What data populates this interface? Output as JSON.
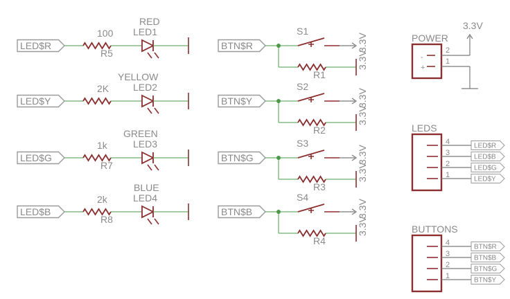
{
  "leds": [
    {
      "net": "LED$R",
      "res_name": "R5",
      "res_value": "100",
      "led_name": "LED1",
      "led_color": "RED"
    },
    {
      "net": "LED$Y",
      "res_name": "",
      "res_value": "2K",
      "led_name": "LED2",
      "led_color": "YELLOW"
    },
    {
      "net": "LED$G",
      "res_name": "R7",
      "res_value": "1k",
      "led_name": "LED3",
      "led_color": "GREEN"
    },
    {
      "net": "LED$B",
      "res_name": "R8",
      "res_value": "2k",
      "led_name": "LED4",
      "led_color": "BLUE"
    }
  ],
  "buttons": [
    {
      "net": "BTN$R",
      "switch_name": "S1",
      "res_name": "R1",
      "supply": "3.3V"
    },
    {
      "net": "BTN$Y",
      "switch_name": "S2",
      "res_name": "R2",
      "supply": "3.3V"
    },
    {
      "net": "BTN$G",
      "switch_name": "S3",
      "res_name": "R3",
      "supply": "3.3V"
    },
    {
      "net": "BTN$B",
      "switch_name": "S4",
      "res_name": "R4",
      "supply": "3.3V"
    }
  ],
  "power": {
    "title": "POWER",
    "supply": "3.3V",
    "pins": [
      {
        "num": "2",
        "sign": "-"
      },
      {
        "num": "1",
        "sign": "+"
      }
    ]
  },
  "leds_header": {
    "title": "LEDS",
    "pins": [
      {
        "num": "4",
        "net": "LED$R"
      },
      {
        "num": "3",
        "net": "LED$B"
      },
      {
        "num": "2",
        "net": "LED$G"
      },
      {
        "num": "1",
        "net": "LED$Y"
      }
    ]
  },
  "buttons_header": {
    "title": "BUTTONS",
    "pins": [
      {
        "num": "4",
        "net": "BTN$R"
      },
      {
        "num": "3",
        "net": "BTN$B"
      },
      {
        "num": "2",
        "net": "BTN$G"
      },
      {
        "num": "1",
        "net": "BTN$Y"
      }
    ]
  }
}
